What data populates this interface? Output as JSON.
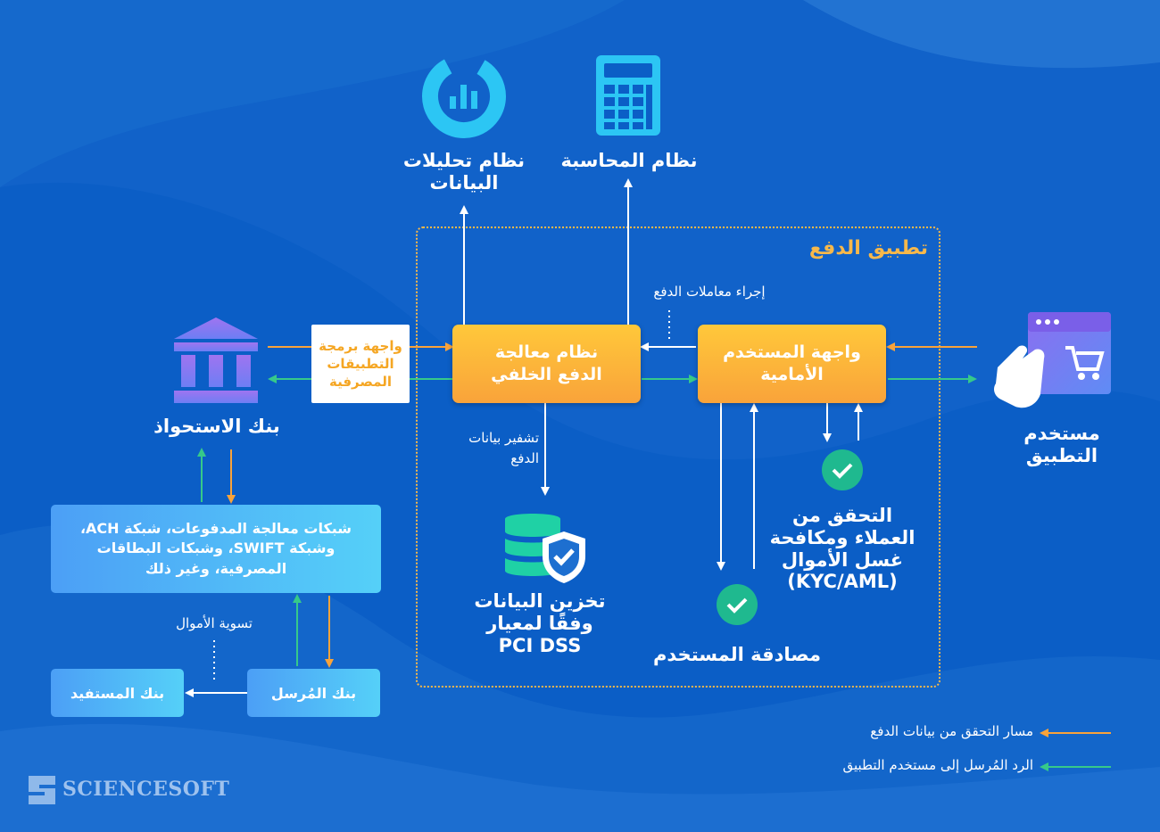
{
  "colors": {
    "background": "#0b5ec6",
    "orange": "#f9a33a",
    "green": "#36c98a",
    "frame": "#f7b84b"
  },
  "title": "تطبيق الدفع",
  "nodes": {
    "analytics": "نظام تحليلات البيانات",
    "accounting": "نظام المحاسبة",
    "backend": "نظام معالجة الدفع الخلفي",
    "frontend": "واجهة المستخدم الأمامية",
    "app_user": "مستخدم التطبيق",
    "acquiring_bank": "بنك الاستحواذ",
    "bank_api": "واجهة برمجة التطبيقات المصرفية",
    "networks": "شبكات معالجة المدفوعات، شبكة ACH، وشبكة SWIFT، وشبكات البطاقات المصرفية، وغير ذلك",
    "storage": "تخزين البيانات وفقًا لمعيار PCI DSS",
    "kyc": "التحقق من العملاء ومكافحة غسل الأموال (KYC/AML)",
    "auth": "مصادقة المستخدم",
    "sender_bank": "بنك المُرسل",
    "beneficiary_bank": "بنك المستفيد"
  },
  "edge_labels": {
    "process_transactions": "إجراء معاملات الدفع",
    "encrypt": "تشفير بيانات الدفع",
    "settlement": "تسوية الأموال"
  },
  "legend": [
    {
      "label": "مسار التحقق من بيانات الدفع",
      "color": "#f9a33a"
    },
    {
      "label": "الرد المُرسل إلى مستخدم التطبيق",
      "color": "#36c98a"
    }
  ],
  "logo": "SCIENCESOFT",
  "icons": [
    "analytics-donut-icon",
    "calculator-icon",
    "bank-icon",
    "shopping-touch-icon",
    "database-shield-icon",
    "check-icon"
  ]
}
